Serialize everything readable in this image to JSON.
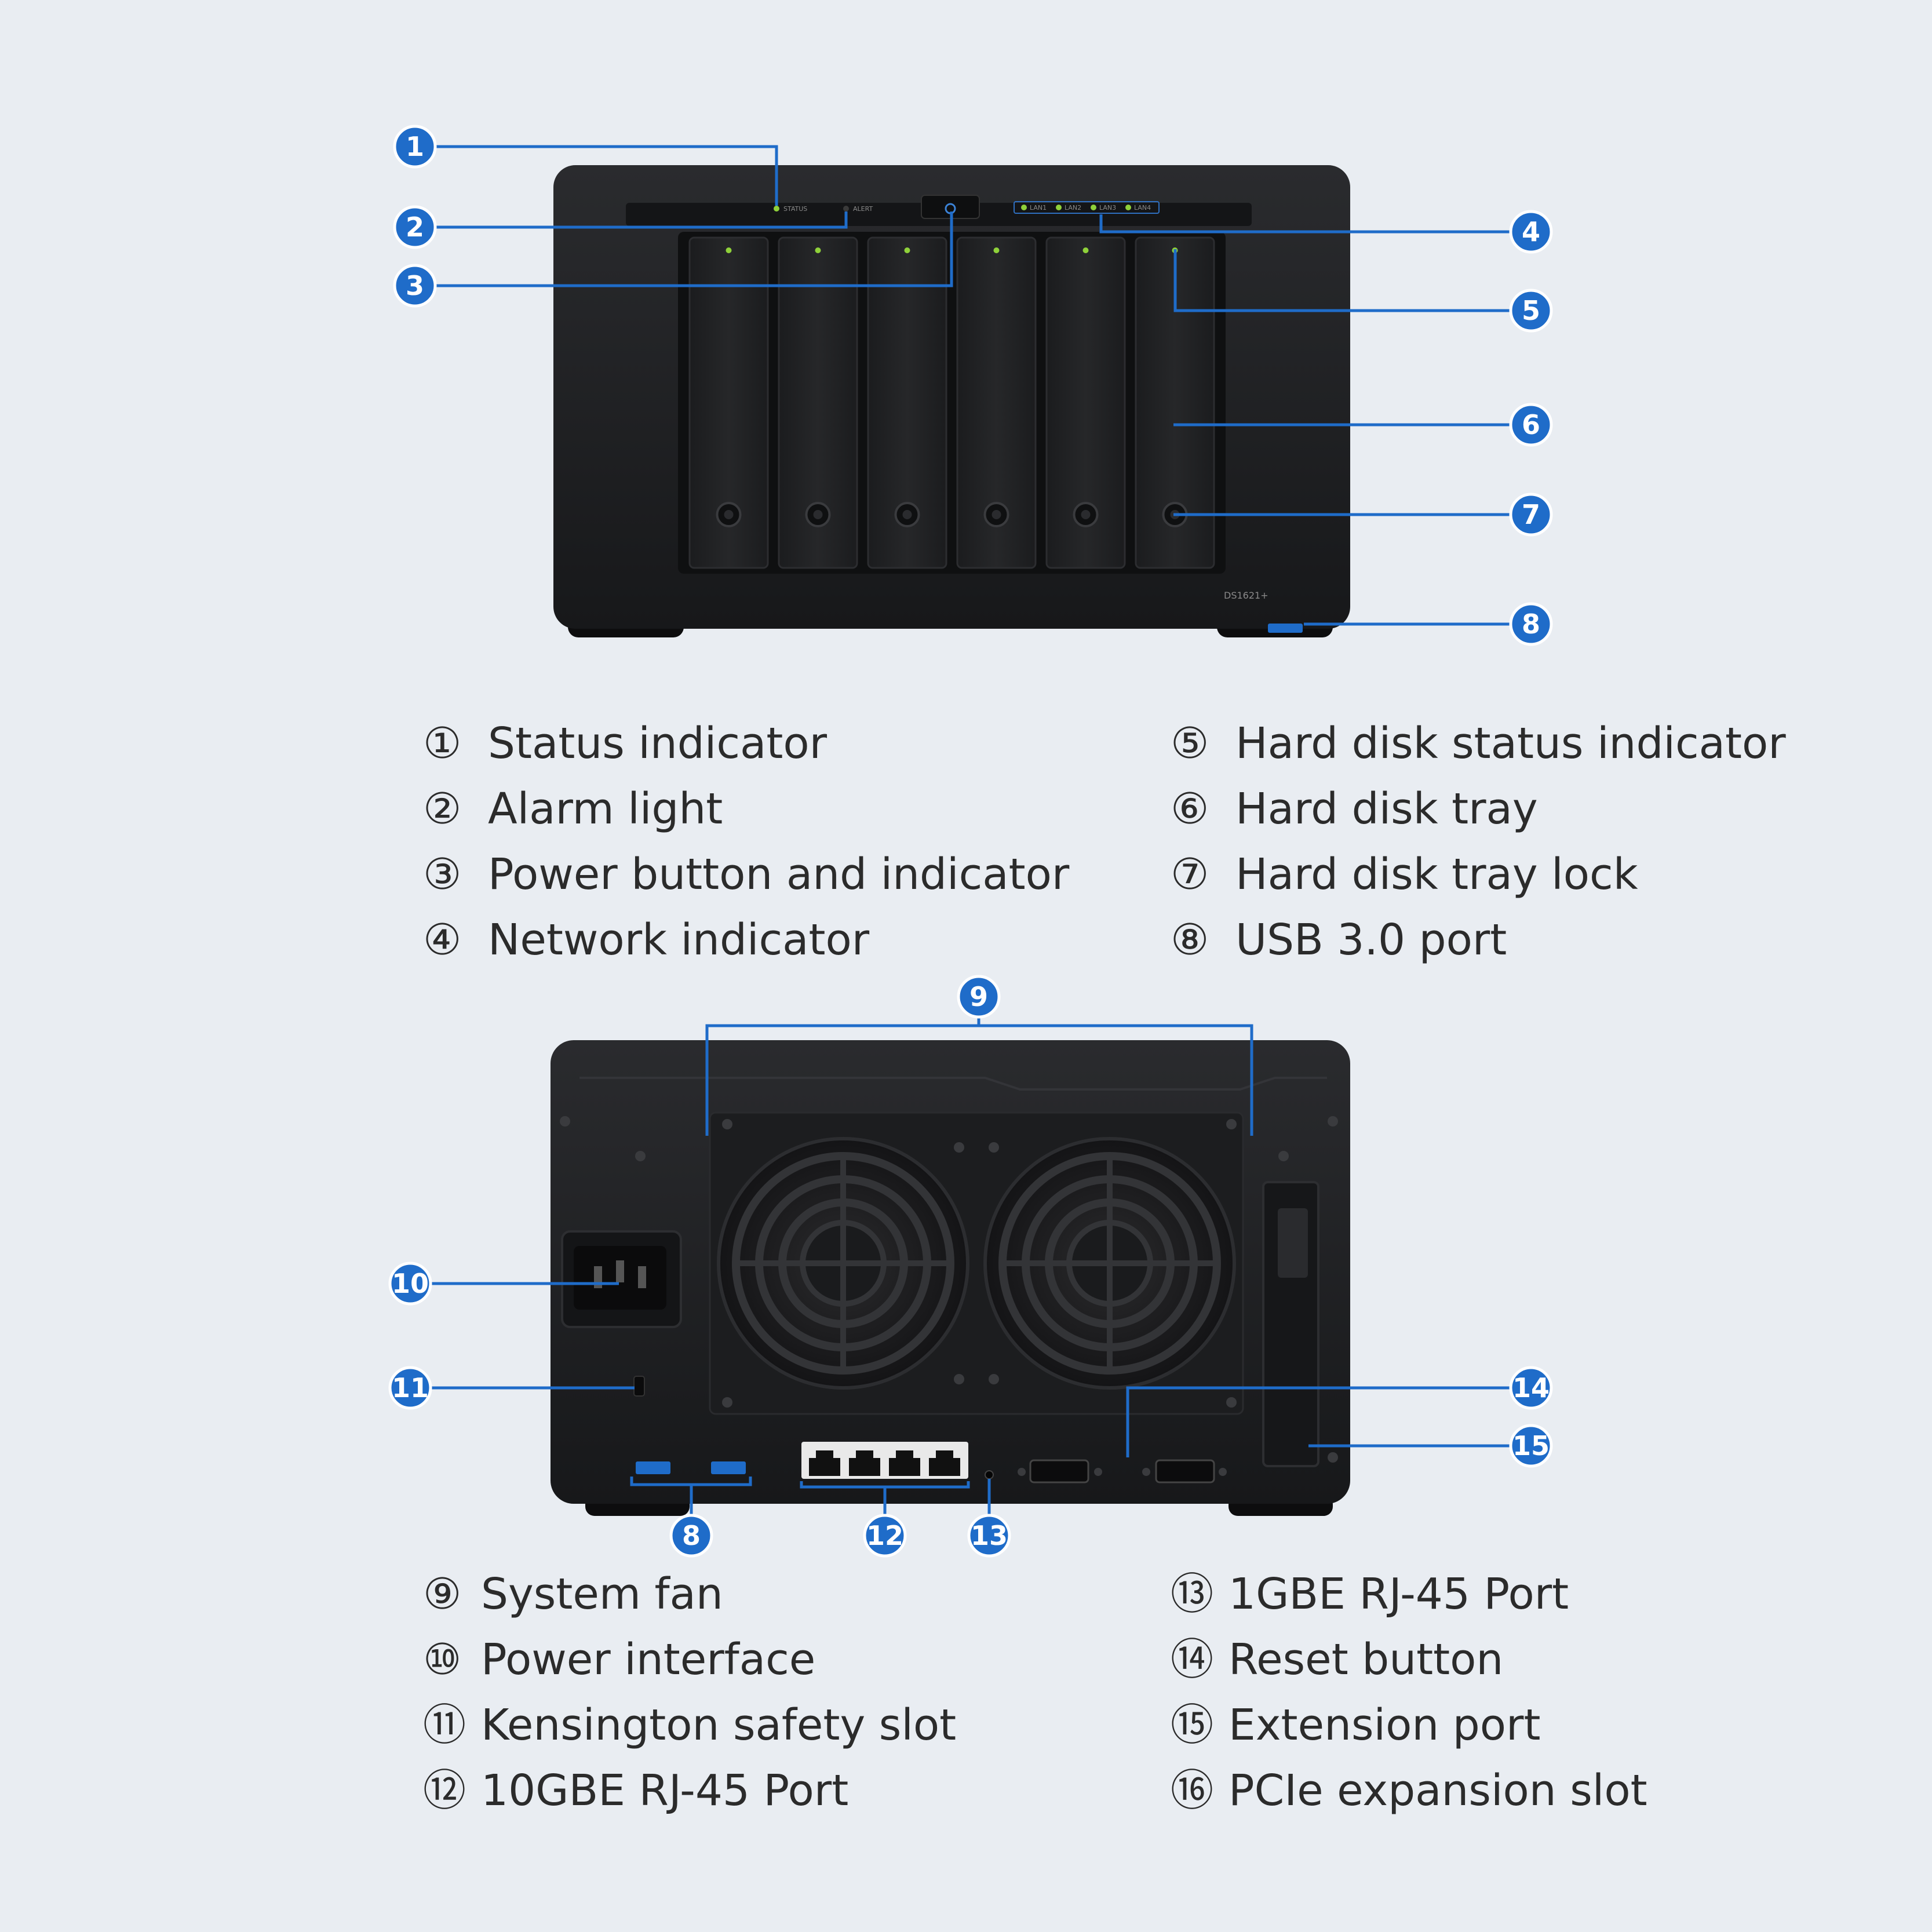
{
  "colors": {
    "background": "#e9edf2",
    "accent": "#1f6cc9",
    "device": "#1e1f21"
  },
  "front_view": {
    "model_label": "DS1621+",
    "led_labels": [
      "STATUS",
      "ALERT",
      "LAN1",
      "LAN2",
      "LAN3",
      "LAN4"
    ],
    "callouts": [
      "1",
      "2",
      "3",
      "4",
      "5",
      "6",
      "7",
      "8"
    ]
  },
  "rear_view": {
    "callouts": [
      "9",
      "10",
      "11",
      "14",
      "15",
      "8",
      "12",
      "13"
    ]
  },
  "legend_front": {
    "left": [
      {
        "num": "①",
        "label": "Status indicator"
      },
      {
        "num": "②",
        "label": "Alarm light"
      },
      {
        "num": "③",
        "label": "Power button and indicator"
      },
      {
        "num": "④",
        "label": "Network indicator"
      }
    ],
    "right": [
      {
        "num": "⑤",
        "label": "Hard disk status indicator"
      },
      {
        "num": "⑥",
        "label": "Hard disk tray"
      },
      {
        "num": "⑦",
        "label": "Hard disk tray lock"
      },
      {
        "num": "⑧",
        "label": "USB 3.0 port"
      }
    ]
  },
  "legend_rear": {
    "left": [
      {
        "num": "⑨",
        "label": "System fan"
      },
      {
        "num": "⑩",
        "label": "Power interface"
      },
      {
        "num": "⑪",
        "label": "Kensington safety slot"
      },
      {
        "num": "⑫",
        "label": "10GBE RJ-45 Port"
      }
    ],
    "right": [
      {
        "num": "⑬",
        "label": "1GBE RJ-45 Port"
      },
      {
        "num": "⑭",
        "label": "Reset button"
      },
      {
        "num": "⑮",
        "label": "Extension port"
      },
      {
        "num": "⑯",
        "label": "PCIe expansion slot"
      }
    ]
  }
}
